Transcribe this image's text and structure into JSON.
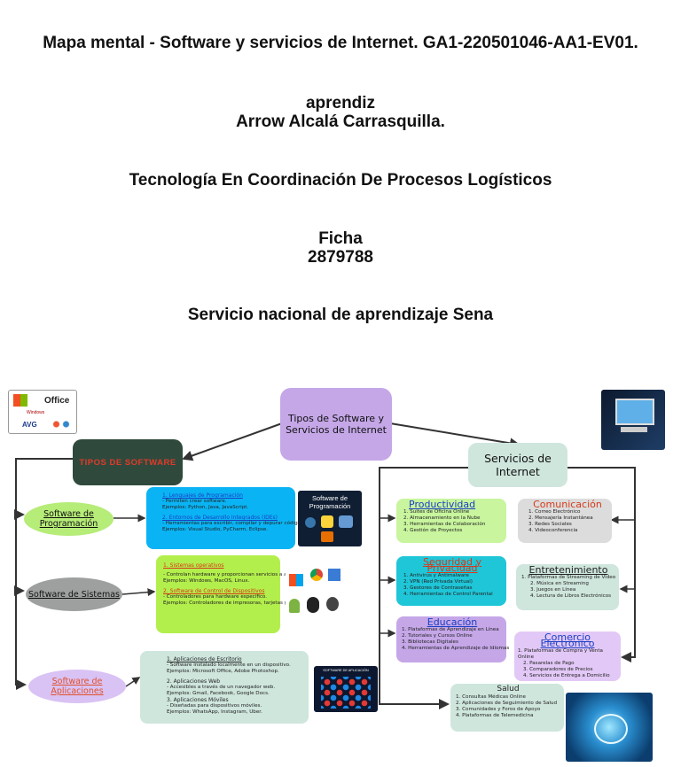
{
  "header": {
    "title": "Mapa mental - Software y servicios de Internet. GA1-220501046-AA1-EV01.",
    "role": "aprendiz",
    "author": "Arrow Alcalá Carrasquilla.",
    "program": "Tecnología En Coordinación De Procesos Logísticos",
    "ficha_label": "Ficha",
    "ficha_number": "2879788",
    "institution": "Servicio nacional de aprendizaje Sena"
  },
  "map": {
    "central": "Tipos de Software y Servicios de Internet",
    "software_heading": "TIPOS DE SOFTWARE",
    "services_heading": "Servicios de Internet",
    "programming": {
      "label": "Software de Programación",
      "item1_title": "1. Lenguajes de Programación",
      "item1_lines": [
        "- Permiten crear software.",
        "Ejemplos: Python, Java, JavaScript."
      ],
      "item2_title": "2. Entornos de Desarrollo Integrados (IDEs)",
      "item2_lines": [
        "- Herramientas para escribir, compilar y depurar código.",
        "Ejemplos: Visual Studio, PyCharm, Eclipse."
      ],
      "thumb_title": "Software de Programación"
    },
    "systems": {
      "label": "Software de Sistemas",
      "item1_title": "1. Sistemas operativos",
      "item1_lines": [
        "- Controlan hardware y proporcionan servicios a aplicaciones",
        "Ejemplos: Windows, MacOS, Linux."
      ],
      "item2_title": "2. Software de Control de Dispositivos",
      "item2_lines": [
        "- Controladores para hardware específico.",
        "Ejemplos: Controladores de impresoras, tarjetas gráficas."
      ]
    },
    "applications": {
      "label": "Software de Aplicaciones",
      "item1_title": "1. Aplicaciones de Escritorio",
      "item1_lines": [
        "- Software instalado localmente en un dispositivo.",
        "Ejemplos: Microsoft Office, Adobe Photoshop."
      ],
      "item2_title": "2. Aplicaciones Web",
      "item2_lines": [
        "- Accesibles a través de un navegador web.",
        "Ejemplos: Gmail, Facebook, Google Docs."
      ],
      "item3_title": "3. Aplicaciones Móviles",
      "item3_lines": [
        "- Diseñadas para dispositivos móviles.",
        "Ejemplos: WhatsApp, Instagram, Uber."
      ],
      "thumb_title": "SOFTWARE DE APLICACIÓN"
    },
    "productivity": {
      "title": "Productividad",
      "items": [
        "1. Suites de Oficina Online",
        "2. Almacenamiento en la Nube",
        "3. Herramientas de Colaboración",
        "4. Gestión de Proyectos"
      ]
    },
    "communication": {
      "title": "Comunicación",
      "items": [
        "1. Correo Electrónico",
        "2. Mensajería Instantánea",
        "3. Redes Sociales",
        "4. Videoconferencia"
      ]
    },
    "security": {
      "title": "Seguridad y Privacidad",
      "items": [
        "1. Antivirus y Antimalware",
        "2. VPN (Red Privada Virtual)",
        "3. Gestores de Contraseñas",
        "4. Herramientas de Control Parental"
      ]
    },
    "entertainment": {
      "title": "Entretenimiento",
      "items": [
        "1. Plataformas de Streaming de Video",
        "2. Música en Streaming",
        "3. Juegos en Línea",
        "4. Lectura de Libros Electrónicos"
      ]
    },
    "education": {
      "title": "Educación",
      "items": [
        "1. Plataformas de Aprendizaje en Línea",
        "2. Tutoriales y Cursos Online",
        "3. Bibliotecas Digitales",
        "4. Herramientas de Aprendizaje de Idiomas"
      ]
    },
    "ecommerce": {
      "title": "Comercio Electrónico",
      "items": [
        "1. Plataformas de Compra y Venta Online",
        "2. Pasarelas de Pago",
        "3. Comparadores de Precios",
        "4. Servicios de Entrega a Domicilio"
      ]
    },
    "health": {
      "title": "Salud",
      "items": [
        "1. Consultas Médicas Online",
        "2. Aplicaciones de Seguimiento de Salud",
        "3. Comunidades y Foros de Apoyo",
        "4. Plataformas de Telemedicina"
      ]
    },
    "logos": {
      "office": "Office",
      "avg": "AVG",
      "windows": "Windows"
    }
  }
}
